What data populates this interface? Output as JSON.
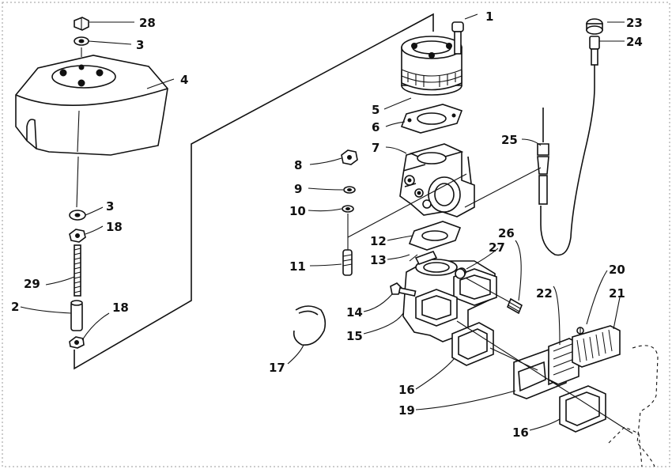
{
  "diagram": {
    "callouts": [
      {
        "id": "c1",
        "text": "1"
      },
      {
        "id": "c2",
        "text": "2"
      },
      {
        "id": "c3a",
        "text": "3"
      },
      {
        "id": "c3b",
        "text": "3"
      },
      {
        "id": "c4",
        "text": "4"
      },
      {
        "id": "c5",
        "text": "5"
      },
      {
        "id": "c6",
        "text": "6"
      },
      {
        "id": "c7",
        "text": "7"
      },
      {
        "id": "c8",
        "text": "8"
      },
      {
        "id": "c9",
        "text": "9"
      },
      {
        "id": "c10",
        "text": "10"
      },
      {
        "id": "c11",
        "text": "11"
      },
      {
        "id": "c12",
        "text": "12"
      },
      {
        "id": "c13",
        "text": "13"
      },
      {
        "id": "c14",
        "text": "14"
      },
      {
        "id": "c15",
        "text": "15"
      },
      {
        "id": "c16a",
        "text": "16"
      },
      {
        "id": "c16b",
        "text": "16"
      },
      {
        "id": "c17",
        "text": "17"
      },
      {
        "id": "c18a",
        "text": "18"
      },
      {
        "id": "c18b",
        "text": "18"
      },
      {
        "id": "c19",
        "text": "19"
      },
      {
        "id": "c20",
        "text": "20"
      },
      {
        "id": "c21",
        "text": "21"
      },
      {
        "id": "c22",
        "text": "22"
      },
      {
        "id": "c23",
        "text": "23"
      },
      {
        "id": "c24",
        "text": "24"
      },
      {
        "id": "c25",
        "text": "25"
      },
      {
        "id": "c26",
        "text": "26"
      },
      {
        "id": "c27",
        "text": "27"
      },
      {
        "id": "c28",
        "text": "28"
      },
      {
        "id": "c29",
        "text": "29"
      }
    ]
  }
}
